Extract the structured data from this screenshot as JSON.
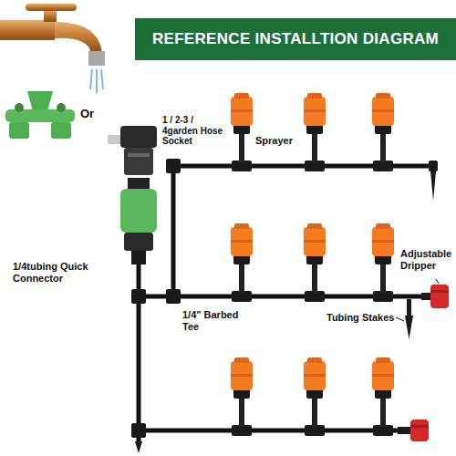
{
  "diagram": {
    "title": "REFERENCE INSTALLTION DIAGRAM",
    "labels": [
      "Or",
      "1 / 2-3 / 4garden Hose Socket",
      "Sprayer",
      "1/4tubing Quick Connector",
      "1/4\" Barbed Tee",
      "Tubing Stakes",
      "Adjustable Dripper"
    ]
  }
}
